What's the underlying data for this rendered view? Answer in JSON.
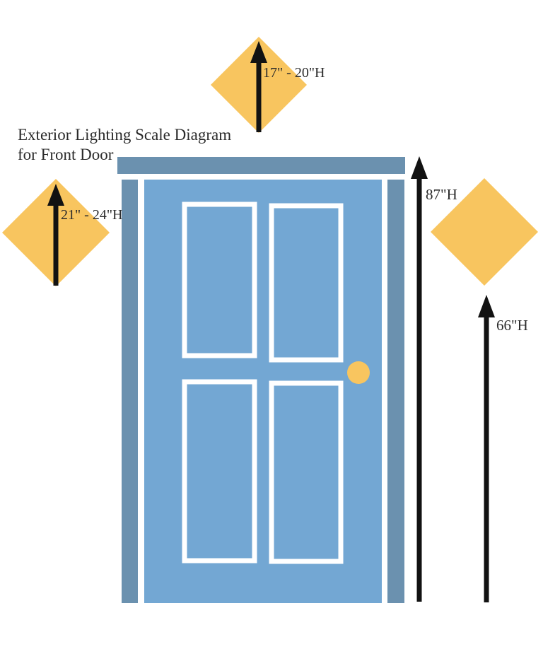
{
  "title": {
    "line1": "Exterior Lighting Scale Diagram",
    "line2": "for Front Door"
  },
  "labels": {
    "top_fixture_height": "17\" - 20\"H",
    "side_fixture_height": "21\" - 24\"H",
    "door_height": "87\"H",
    "fixture_mount_height": "66\"H"
  },
  "icons": {
    "top_light_fixture": "diamond-light-fixture-icon",
    "side_light_fixture": "diamond-light-fixture-icon",
    "mount_height_fixture": "diamond-light-fixture-icon",
    "door_knob": "round-door-knob-icon",
    "measure_arrows": "up-arrow-icon"
  },
  "colors": {
    "fixture_gold": "#F8C55F",
    "door_blue": "#73A7D3",
    "frame_blue": "#6B91AF",
    "arrow_black": "#121212",
    "text": "#2B2B2B",
    "background": "#FFFFFF"
  }
}
